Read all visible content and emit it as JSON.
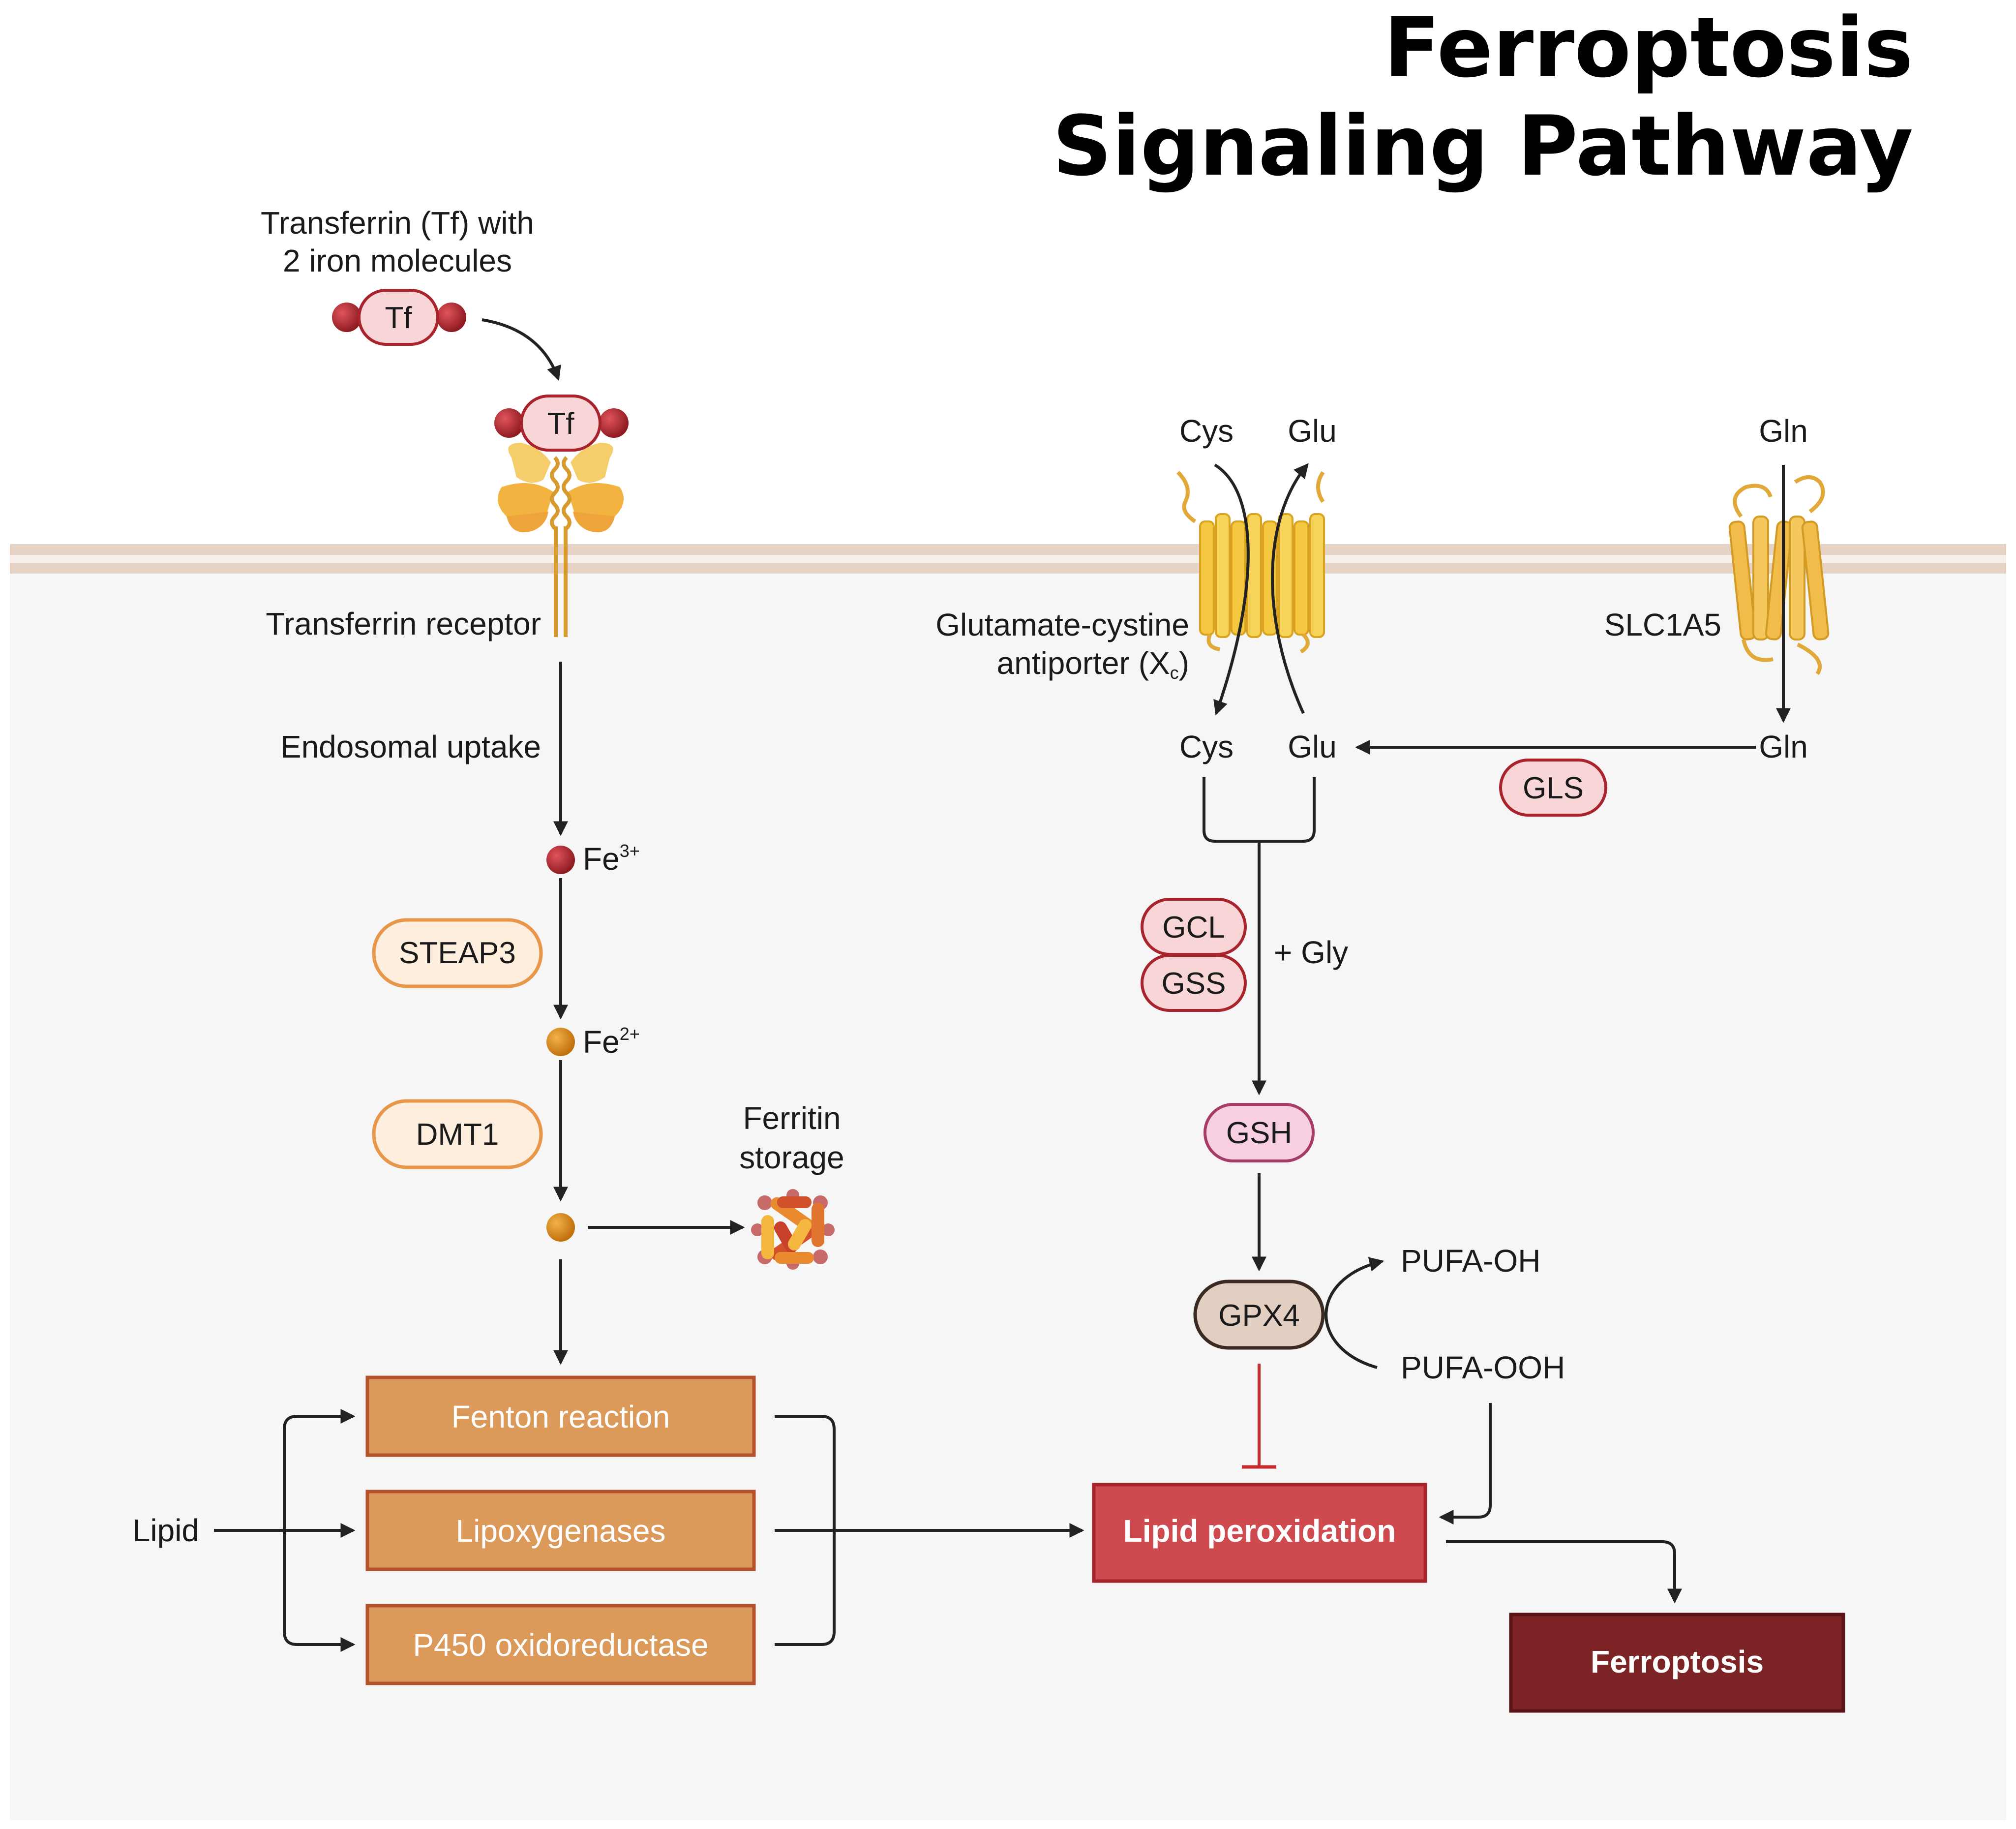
{
  "title": {
    "line1": "Ferroptosis",
    "line2": "Signaling Pathway"
  },
  "iron_pathway": {
    "transferrin_label_line1": "Transferrin (Tf) with",
    "transferrin_label_line2": "2 iron molecules",
    "tf": "Tf",
    "receptor_label": "Transferrin receptor",
    "endosomal_uptake": "Endosomal uptake",
    "fe3": "Fe",
    "fe3_charge": "3+",
    "steap3": "STEAP3",
    "fe2": "Fe",
    "fe2_charge": "2+",
    "dmt1": "DMT1",
    "ferritin_line1": "Ferritin",
    "ferritin_line2": "storage"
  },
  "glutathione_pathway": {
    "cys_out": "Cys",
    "glu_out": "Glu",
    "gln_out": "Gln",
    "antiporter_line1": "Glutamate-cystine",
    "antiporter_line2": "antiporter (X",
    "antiporter_sub": "c",
    "antiporter_close": ")",
    "slc1a5": "SLC1A5",
    "cys_in": "Cys",
    "glu_in": "Glu",
    "gln_in": "Gln",
    "gls": "GLS",
    "gcl": "GCL",
    "gss": "GSS",
    "gly": "+ Gly",
    "gsh": "GSH",
    "gpx4": "GPX4",
    "pufa_oh": "PUFA-OH",
    "pufa_ooh": "PUFA-OOH"
  },
  "oxidation": {
    "lipid": "Lipid",
    "fenton": "Fenton reaction",
    "lipoxygenases": "Lipoxygenases",
    "p450": "P450 oxidoreductase",
    "lipid_peroxidation": "Lipid peroxidation",
    "ferroptosis": "Ferroptosis"
  },
  "colors": {
    "membrane": "#e6d3c6",
    "cytoplasm": "#f5f6f5",
    "iron_red": "#a8232b",
    "iron_orange": "#d98a16",
    "enzyme_box": "#db9a5a",
    "enzyme_border": "#b6532c",
    "peroxidation_fill": "#cf4a4f",
    "peroxidation_border": "#a8232b",
    "ferroptosis_fill": "#7b2325",
    "ferroptosis_border": "#5a1416",
    "inhibit_red": "#c8292e",
    "receptor_gold": "#f2b340",
    "transporter_gold": "#f2c94c"
  }
}
